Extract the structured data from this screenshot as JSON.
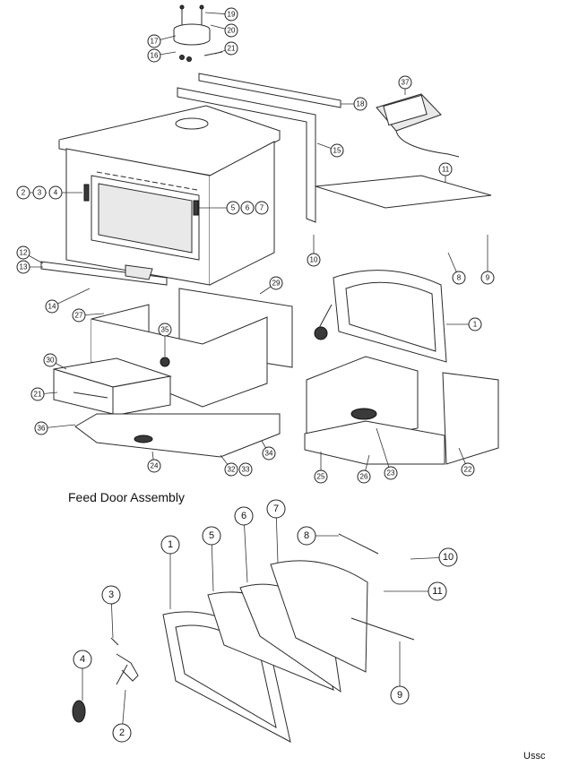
{
  "section_title": "Feed Door Assembly",
  "footer_text": "Ussc",
  "stove_callouts": [
    "19",
    "20",
    "17",
    "16",
    "21",
    "37",
    "18",
    "15",
    "2",
    "3",
    "4",
    "5",
    "6",
    "7",
    "11",
    "12",
    "13",
    "10",
    "8",
    "9",
    "14",
    "29",
    "27",
    "1",
    "35",
    "30",
    "21",
    "36",
    "24",
    "32",
    "33",
    "34",
    "25",
    "26",
    "23",
    "22"
  ],
  "door_callouts": [
    "1",
    "5",
    "6",
    "7",
    "8",
    "10",
    "11",
    "3",
    "4",
    "2",
    "9"
  ]
}
